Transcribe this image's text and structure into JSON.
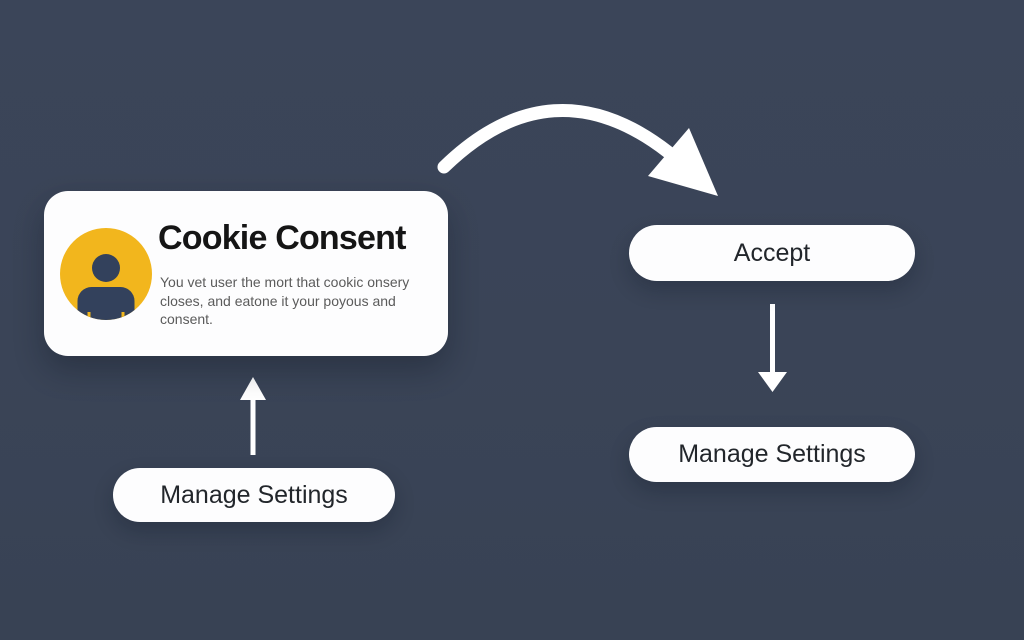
{
  "diagram": {
    "consent_card": {
      "title": "Cookie Consent",
      "body_lines": [
        "You vet user the mort that cookic onsery",
        "closes, and eatone it your poyous and",
        "consent."
      ],
      "avatar_icon": "user-avatar-icon"
    },
    "buttons": {
      "accept_label": "Accept",
      "manage_settings_right_label": "Manage Settings",
      "manage_settings_left_label": "Manage Settings"
    },
    "arrows": [
      {
        "name": "card-to-accept",
        "style": "curved-over-top"
      },
      {
        "name": "accept-to-manage-settings",
        "style": "straight-down"
      },
      {
        "name": "manage-settings-to-card",
        "style": "straight-up"
      }
    ],
    "colors": {
      "background": "#3A4457",
      "node_background": "#FDFDFE",
      "arrow": "#FFFFFF",
      "avatar_background": "#F2B61D",
      "avatar_figure": "#33415C",
      "title_text": "#151515",
      "body_text": "#5B5B5B",
      "button_text": "#22262B"
    }
  }
}
